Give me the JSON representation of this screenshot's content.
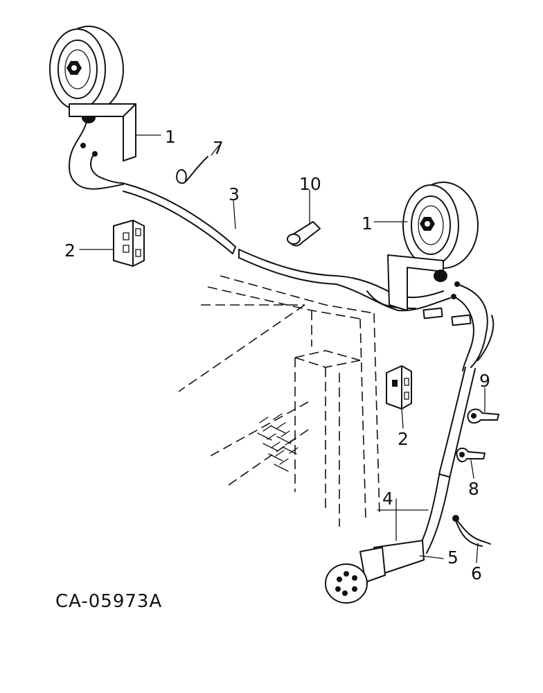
{
  "figure": {
    "id_label": "CA-05973A"
  },
  "callouts": {
    "lamp_left": "1",
    "lamp_right": "1",
    "connector_left": "2",
    "connector_right": "2",
    "harness_front": "3",
    "harness_rear": "4",
    "socket": "5",
    "strap": "6",
    "ground_wire": "7",
    "clip_small": "8",
    "clip_large": "9",
    "clamp": "10"
  }
}
